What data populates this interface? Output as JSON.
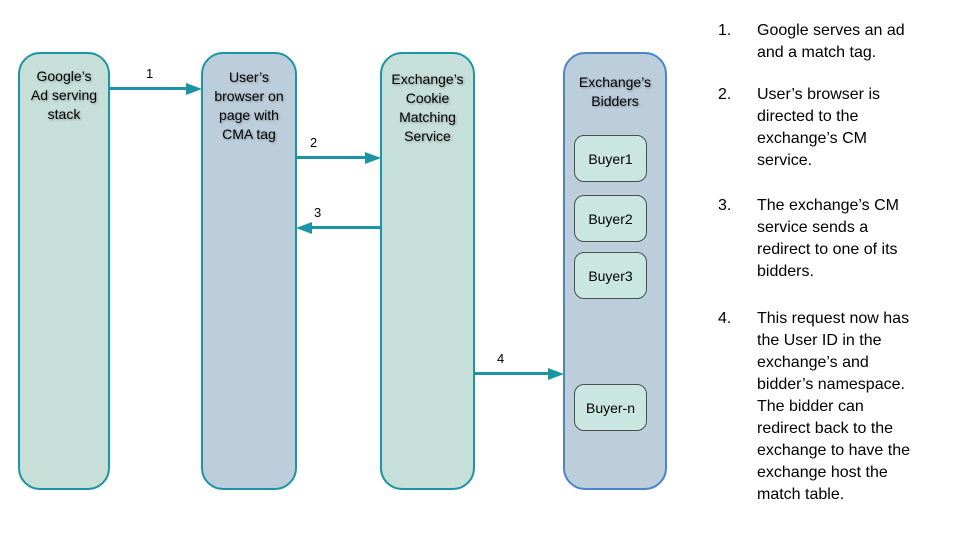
{
  "colors": {
    "teal": "#1b95a5",
    "blueBorder": "#4a85c6",
    "greenFill": "#c6dfd8",
    "blueFill": "#bccddc",
    "buyerFill": "#c9e6e1",
    "background": "#ffffff",
    "text": "#000000"
  },
  "diagram": {
    "lanes": [
      {
        "id": "google-ad-serving-stack",
        "label": "Google’s\nAd serving\nstack"
      },
      {
        "id": "user-browser",
        "label": "User’s\nbrowser on\npage with\nCMA tag"
      },
      {
        "id": "exchange-cookie-matching-service",
        "label": "Exchange’s\nCookie\nMatching\nService"
      },
      {
        "id": "exchange-bidders",
        "label": "Exchange’s\nBidders"
      }
    ],
    "buyers": [
      "Buyer1",
      "Buyer2",
      "Buyer3",
      "Buyer-n"
    ],
    "arrows": [
      {
        "label": "1"
      },
      {
        "label": "2"
      },
      {
        "label": "3"
      },
      {
        "label": "4"
      }
    ]
  },
  "steps": [
    {
      "num": "1.",
      "text": "Google serves an ad\nand a match tag."
    },
    {
      "num": "2.",
      "text": "User’s browser is\ndirected to the\nexchange’s CM\nservice."
    },
    {
      "num": "3.",
      "text": "The exchange’s CM\nservice sends a\nredirect to one of its\nbidders."
    },
    {
      "num": "4.",
      "text": "This request now has\nthe User ID in the\nexchange’s and\nbidder’s namespace.\nThe bidder can\nredirect back to the\nexchange to have the\nexchange host the\nmatch table."
    }
  ]
}
